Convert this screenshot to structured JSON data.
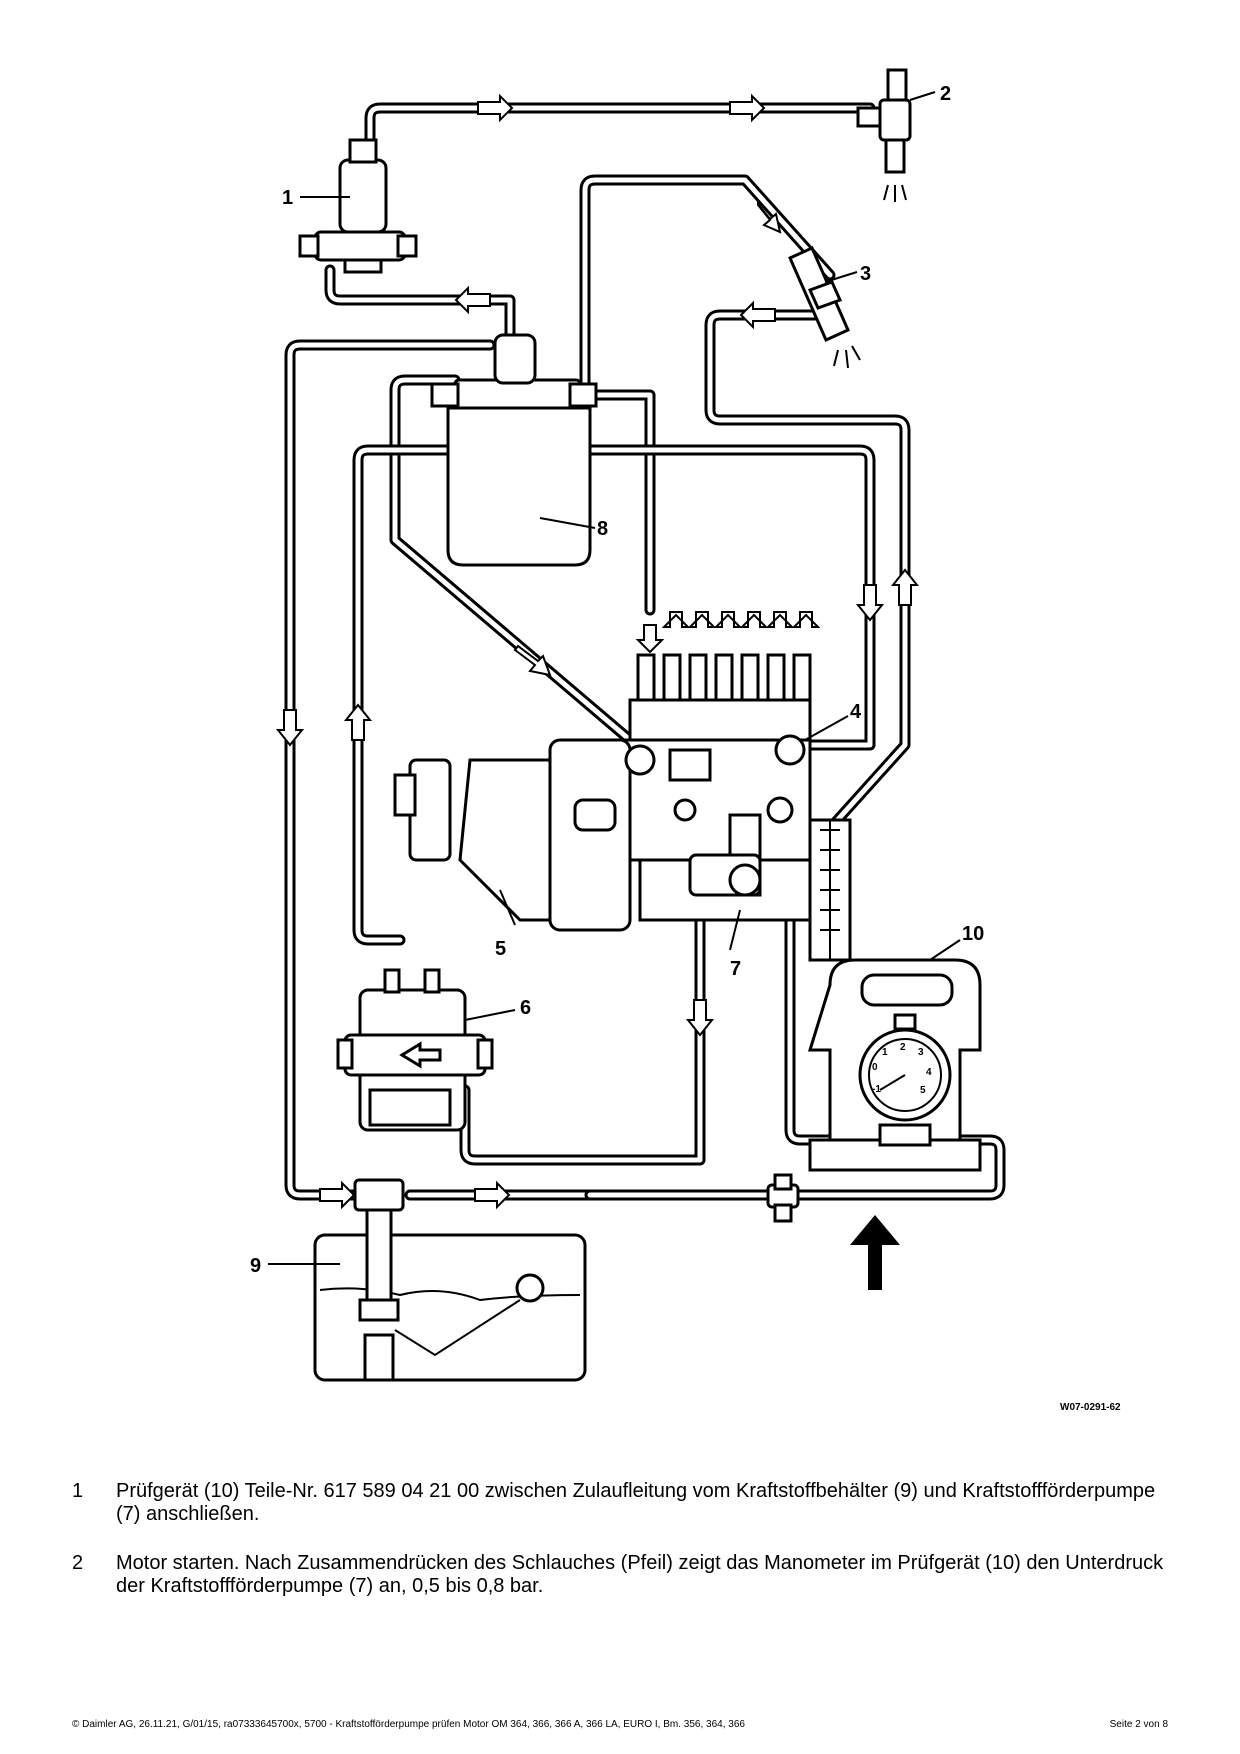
{
  "figure": {
    "id": "W07-0291-62",
    "labels": [
      "1",
      "2",
      "3",
      "4",
      "5",
      "6",
      "7",
      "8",
      "9",
      "10"
    ]
  },
  "gauge": {
    "marks": [
      "-1",
      "0",
      "1",
      "2",
      "3",
      "4",
      "5"
    ]
  },
  "steps": [
    {
      "num": "1",
      "text": "Prüfgerät (10) Teile-Nr. 617 589 04 21 00 zwischen Zulaufleitung vom Kraftstoffbehälter (9) und Kraftstoffförderpumpe (7) anschließen."
    },
    {
      "num": "2",
      "text": "Motor starten. Nach Zusammendrücken des Schlauches (Pfeil) zeigt das Manometer im Prüfgerät (10) den Unterdruck der Kraftstoffförderpumpe (7) an, 0,5 bis 0,8 bar."
    }
  ],
  "footer": {
    "left": "© Daimler AG, 26.11.21, G/01/15, ra07333645700x, 5700 - Kraftstofförderpumpe prüfen Motor OM 364, 366, 366 A, 366 LA, EURO I, Bm. 356, 364, 366",
    "right": "Seite 2 von 8"
  }
}
